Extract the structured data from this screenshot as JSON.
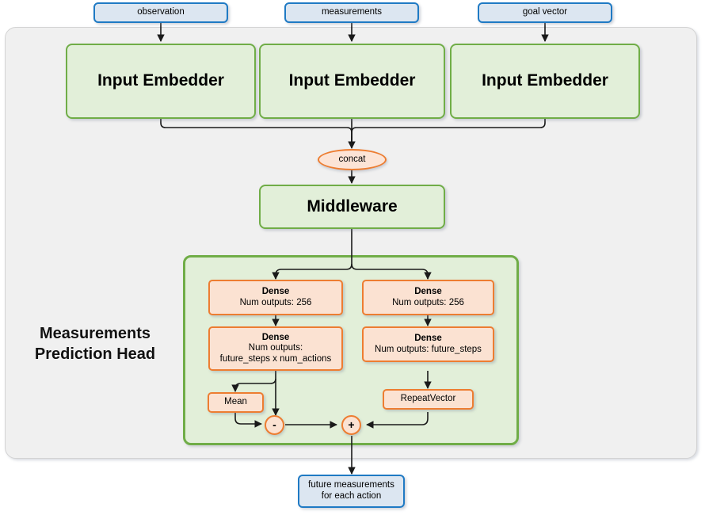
{
  "diagram": {
    "title": "Measurements Prediction Head network diagram",
    "colors": {
      "blue_fill": "#dce6f1",
      "blue_border": "#1f7ac4",
      "green_fill": "#e2efd9",
      "green_border": "#70ad47",
      "orange_fill": "#fbe2d2",
      "orange_border": "#ed7d31",
      "container_fill": "#f0f0f0",
      "container_border": "#d3d3d3",
      "edge": "#262626"
    },
    "inputs": [
      {
        "label": "observation"
      },
      {
        "label": "measurements"
      },
      {
        "label": "goal vector"
      }
    ],
    "embedders": [
      {
        "label": "Input Embedder"
      },
      {
        "label": "Input Embedder"
      },
      {
        "label": "Input Embedder"
      }
    ],
    "concat": {
      "label": "concat"
    },
    "middleware": {
      "label": "Middleware"
    },
    "head": {
      "label_line1": "Measurements",
      "label_line2": "Prediction Head",
      "left_branch": {
        "dense_1": {
          "line1": "Dense",
          "line2": "Num outputs: 256"
        },
        "dense_2": {
          "line1": "Dense",
          "line2": "Num outputs:",
          "line3": "future_steps x num_actions"
        },
        "mean": {
          "label": "Mean"
        }
      },
      "right_branch": {
        "dense_1": {
          "line1": "Dense",
          "line2": "Num outputs: 256"
        },
        "dense_2": {
          "line1": "Dense",
          "line2": "Num outputs: future_steps"
        },
        "repeat_vector": {
          "label": "RepeatVector"
        }
      },
      "operators": [
        {
          "name": "subtract",
          "symbol": "-"
        },
        {
          "name": "add",
          "symbol": "+"
        }
      ]
    },
    "output": {
      "line1": "future measurements",
      "line2": "for each action"
    }
  }
}
